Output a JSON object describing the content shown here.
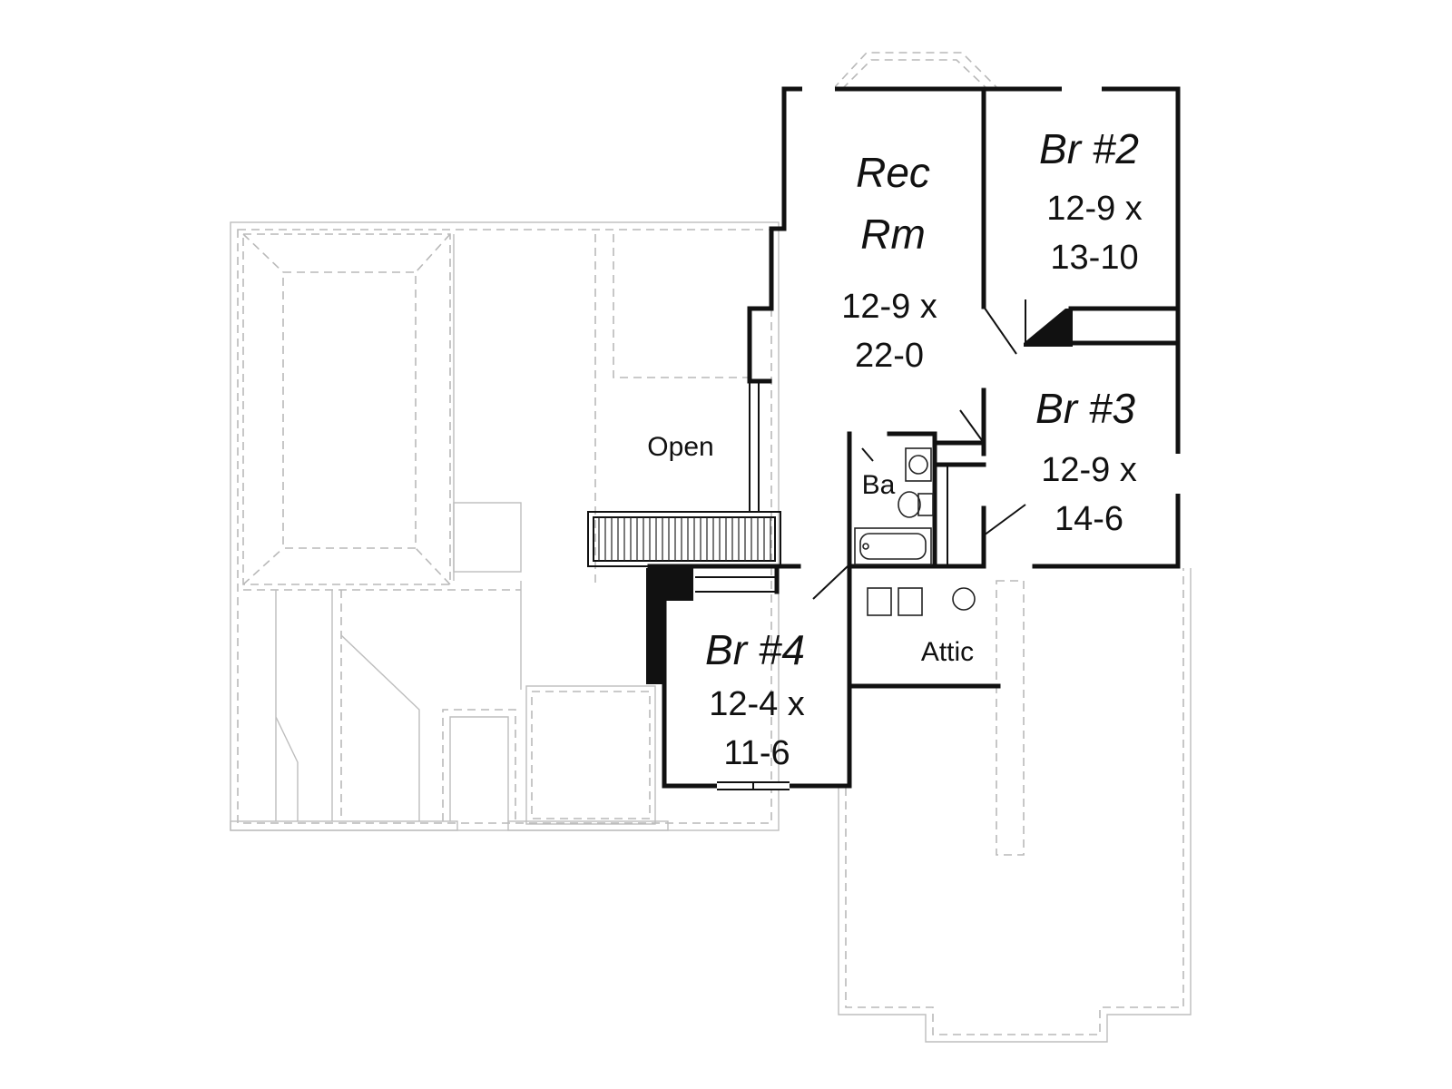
{
  "rooms": {
    "rec_rm": {
      "name_line1": "Rec",
      "name_line2": "Rm",
      "dim_line1": "12-9 x",
      "dim_line2": "22-0"
    },
    "br2": {
      "name": "Br #2",
      "dim_line1": "12-9 x",
      "dim_line2": "13-10"
    },
    "br3": {
      "name": "Br #3",
      "dim_line1": "12-9 x",
      "dim_line2": "14-6"
    },
    "br4": {
      "name": "Br #4",
      "dim_line1": "12-4 x",
      "dim_line2": "11-6"
    },
    "open": {
      "label": "Open"
    },
    "bath": {
      "label": "Ba"
    },
    "attic": {
      "label": "Attic"
    }
  },
  "colors": {
    "wall": "#111111",
    "roofline": "#b9b9b9",
    "background": "#ffffff"
  }
}
